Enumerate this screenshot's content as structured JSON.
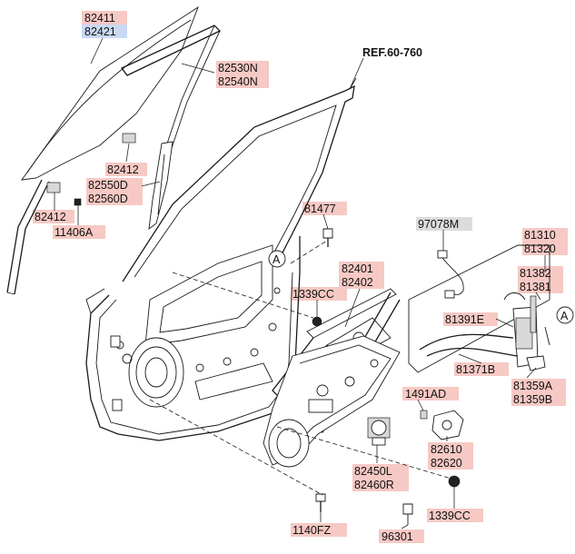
{
  "ref_label": "REF.60-760",
  "callout_marker": "A",
  "colors": {
    "highlight_red": "#f6c9c4",
    "highlight_blue": "#c9d9f4",
    "highlight_gray": "#dcdcdc"
  },
  "parts": {
    "p82411": "82411",
    "p82421": "82421",
    "p82530N": "82530N",
    "p82540N": "82540N",
    "p82412a": "82412",
    "p82550D": "82550D",
    "p82560D": "82560D",
    "p82412b": "82412",
    "p11406A": "11406A",
    "p81477": "81477",
    "p82401": "82401",
    "p82402": "82402",
    "p1339CC_a": "1339CC",
    "p97078M": "97078M",
    "p81310": "81310",
    "p81320": "81320",
    "p81382": "81382",
    "p81381": "81381",
    "p81391E": "81391E",
    "p81371B": "81371B",
    "p81359A": "81359A",
    "p81359B": "81359B",
    "p1491AD": "1491AD",
    "p82610": "82610",
    "p82620": "82620",
    "p82450L": "82450L",
    "p82460R": "82460R",
    "p1140FZ": "1140FZ",
    "p96301": "96301",
    "p1339CC_b": "1339CC"
  }
}
